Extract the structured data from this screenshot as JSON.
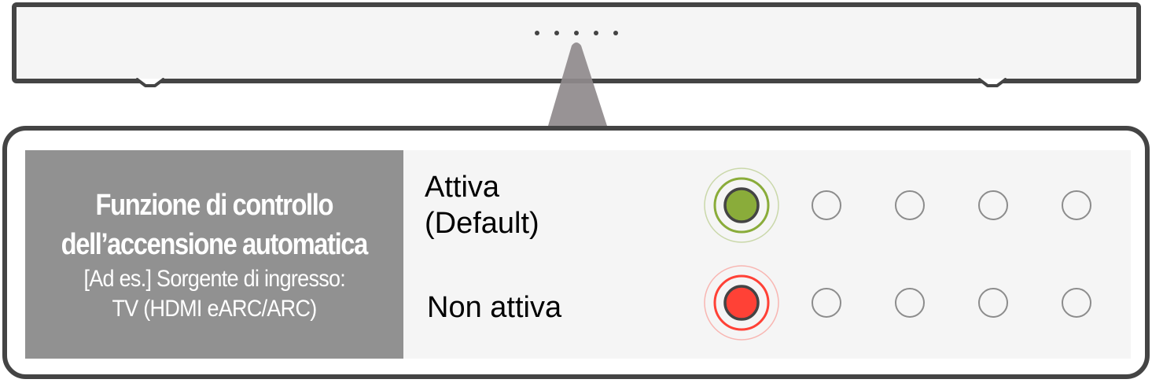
{
  "device": {
    "name": "soundbar",
    "indicator_count": 5,
    "indicator_dot_color": "#444444",
    "light_beam_color": "#8f8a8c"
  },
  "panel": {
    "title_lines": [
      "Funzione di controllo",
      "dell’accensione automatica"
    ],
    "example_lines": [
      "[Ad es.] Sorgente di ingresso:",
      "TV (HDMI eARC/ARC)"
    ],
    "label_background": "#919191"
  },
  "states": [
    {
      "label_lines": [
        "Attiva",
        "(Default)"
      ],
      "active_led_color": "#8aac3a",
      "active_led_ring_color": "#8aac3a",
      "leds": [
        "lit-green",
        "off",
        "off",
        "off",
        "off"
      ]
    },
    {
      "label_lines": [
        "Non attiva"
      ],
      "active_led_color": "#ff4136",
      "active_led_ring_color": "#ff4136",
      "leds": [
        "lit-red",
        "off",
        "off",
        "off",
        "off"
      ]
    }
  ]
}
